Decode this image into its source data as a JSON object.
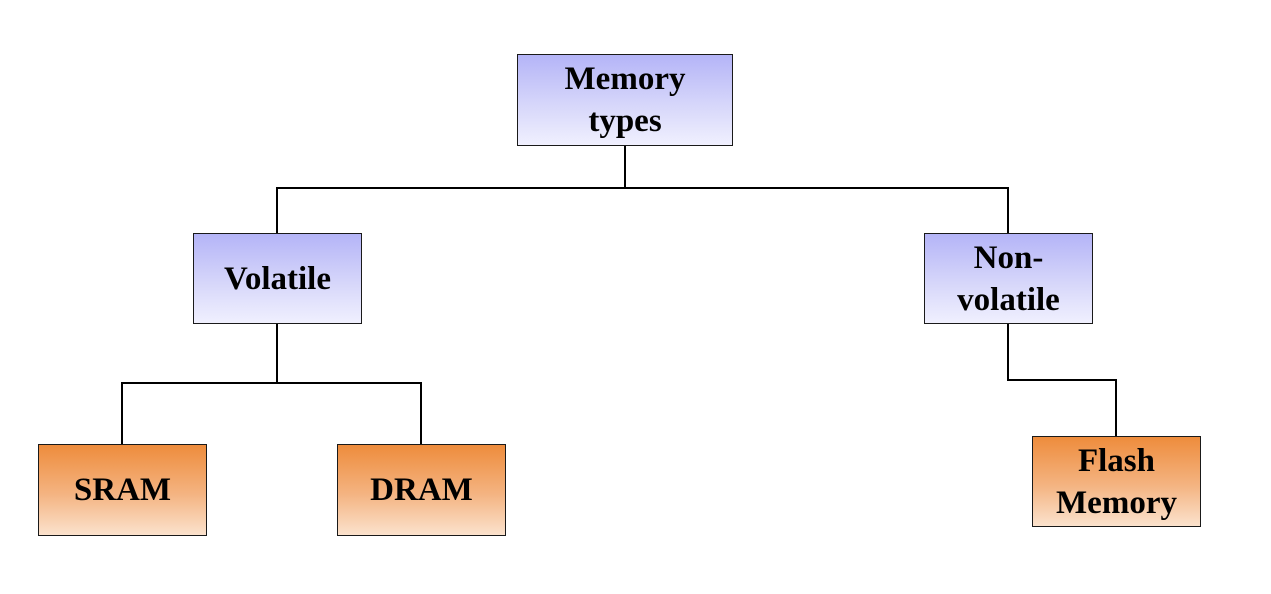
{
  "diagram": {
    "root": {
      "label": "Memory\ntypes"
    },
    "volatile": {
      "label": "Volatile"
    },
    "non_volatile": {
      "label": "Non-\nvolatile"
    },
    "sram": {
      "label": "SRAM"
    },
    "dram": {
      "label": "DRAM"
    },
    "flash": {
      "label": "Flash\nMemory"
    }
  },
  "colors": {
    "category_fill": "#c8c8f8",
    "leaf_fill": "#f3a668",
    "border": "#1a1a1a",
    "connector": "#000000"
  }
}
